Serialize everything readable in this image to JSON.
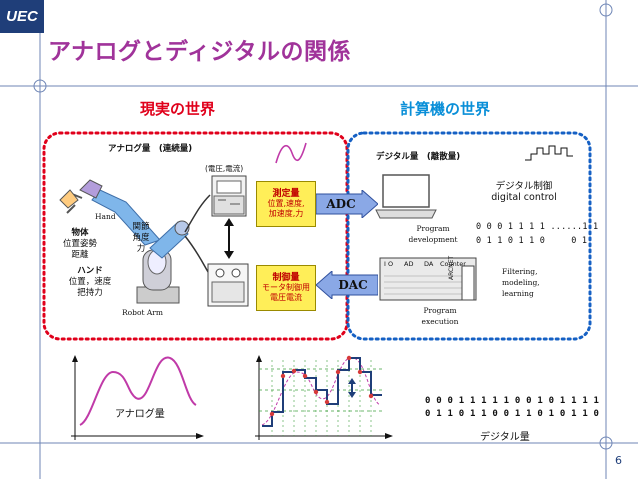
{
  "header": {
    "badge": "UEC",
    "title": "アナログとディジタルの関係"
  },
  "regions": {
    "real": "現実の世界",
    "computer": "計算機の世界"
  },
  "analog_side": {
    "title": "アナログ量　(連続量)",
    "voltage_current": "(電圧,電流)",
    "hand_label": "Hand",
    "object_title": "物体",
    "object_lines": [
      "位置姿勢",
      "距離"
    ],
    "joint_lines": [
      "関節",
      "角度",
      "力"
    ],
    "hand_title": "ハンド",
    "hand_lines": [
      "位置，速度",
      "把持力"
    ],
    "robot_arm": "Robot Arm"
  },
  "measure_box": {
    "title": "測定量",
    "lines": [
      "位置,速度,",
      "加速度,力"
    ]
  },
  "control_box": {
    "title": "制御量",
    "lines": [
      "モータ制御用",
      "電圧電流"
    ]
  },
  "converters": {
    "adc": "ADC",
    "dac": "DAC"
  },
  "digital_side": {
    "title": "デジタル量　(離散量)",
    "dev_lines": [
      "Program",
      "development"
    ],
    "control_lines": [
      "デジタル制御",
      "digital control"
    ],
    "bits_row1": "0 0 0 1 1 1 1 ......1 1",
    "bits_row2": "0 1 1 0 1 1 0　　　0 1",
    "board_slots": [
      "I O",
      "AD",
      "DA",
      "Counter"
    ],
    "arcnet": "ARCNET",
    "exec_lines": [
      "Program",
      "execution"
    ],
    "filter_lines": [
      "Filtering,",
      "modeling,",
      "learning"
    ]
  },
  "bottom": {
    "analog_label": "アナログ量",
    "digital_label": "デジタル量",
    "bits_line1": "0 0 0 1 1 1 1 1 0 0 1 0 1 1 1 1",
    "bits_line2": "0 1 1 0 1 1 0 0 1 1 0 1 0 1 1 0"
  },
  "page_number": "6",
  "colors": {
    "purple": "#a0339a",
    "red": "#e0001b",
    "blue": "#0a8fd8",
    "navy": "#1f3e79",
    "yellow": "#ffee58",
    "converter": "#8aa8e6"
  }
}
